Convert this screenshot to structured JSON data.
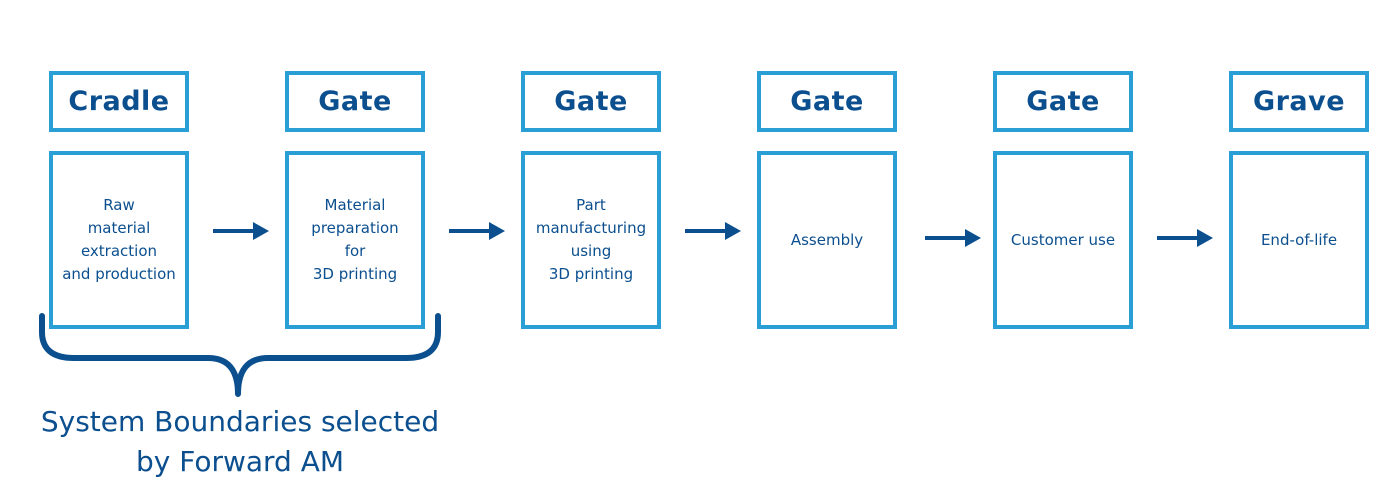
{
  "stages": [
    {
      "header": "Cradle",
      "description": "Raw\nmaterial\nextraction\nand production"
    },
    {
      "header": "Gate",
      "description": "Material\npreparation\nfor\n3D printing"
    },
    {
      "header": "Gate",
      "description": "Part\nmanufacturing\nusing\n3D printing"
    },
    {
      "header": "Gate",
      "description": "Assembly"
    },
    {
      "header": "Gate",
      "description": "Customer use"
    },
    {
      "header": "Grave",
      "description": "End-of-life"
    }
  ],
  "boundary": {
    "caption": "System Boundaries selected\nby Forward AM"
  },
  "colors": {
    "box_border": "#2a9fd6",
    "text": "#0b4f8f",
    "arrow": "#0b4f8f"
  }
}
